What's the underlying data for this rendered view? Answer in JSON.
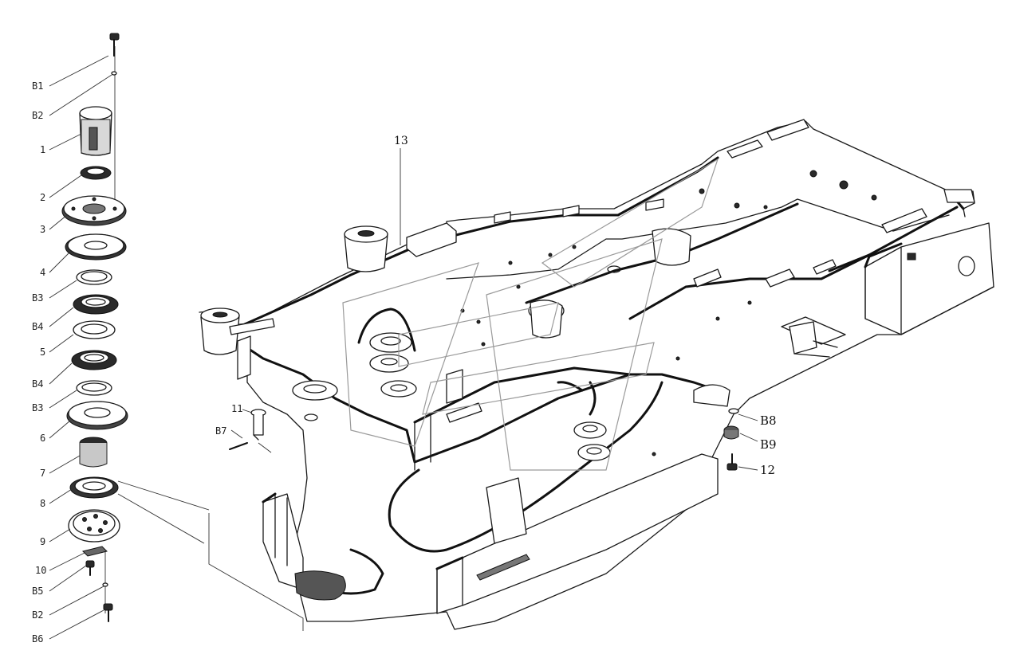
{
  "diagram": {
    "callouts_left": [
      {
        "id": "B1",
        "text": "B1"
      },
      {
        "id": "B2a",
        "text": "B2"
      },
      {
        "id": "1",
        "text": "1"
      },
      {
        "id": "2",
        "text": "2"
      },
      {
        "id": "3",
        "text": "3"
      },
      {
        "id": "4",
        "text": "4"
      },
      {
        "id": "B3a",
        "text": "B3"
      },
      {
        "id": "B4a",
        "text": "B4"
      },
      {
        "id": "5",
        "text": "5"
      },
      {
        "id": "B4b",
        "text": "B4"
      },
      {
        "id": "B3b",
        "text": "B3"
      },
      {
        "id": "6",
        "text": "6"
      },
      {
        "id": "7",
        "text": "7"
      },
      {
        "id": "8",
        "text": "8"
      },
      {
        "id": "9",
        "text": "9"
      },
      {
        "id": "10",
        "text": "10"
      },
      {
        "id": "B5",
        "text": "B5"
      },
      {
        "id": "B2b",
        "text": "B2"
      },
      {
        "id": "B6",
        "text": "B6"
      }
    ],
    "callouts_frame": {
      "p13": "13",
      "p11": "11",
      "b7": "B7",
      "b8": "B8",
      "b9": "B9",
      "p12": "12"
    }
  }
}
